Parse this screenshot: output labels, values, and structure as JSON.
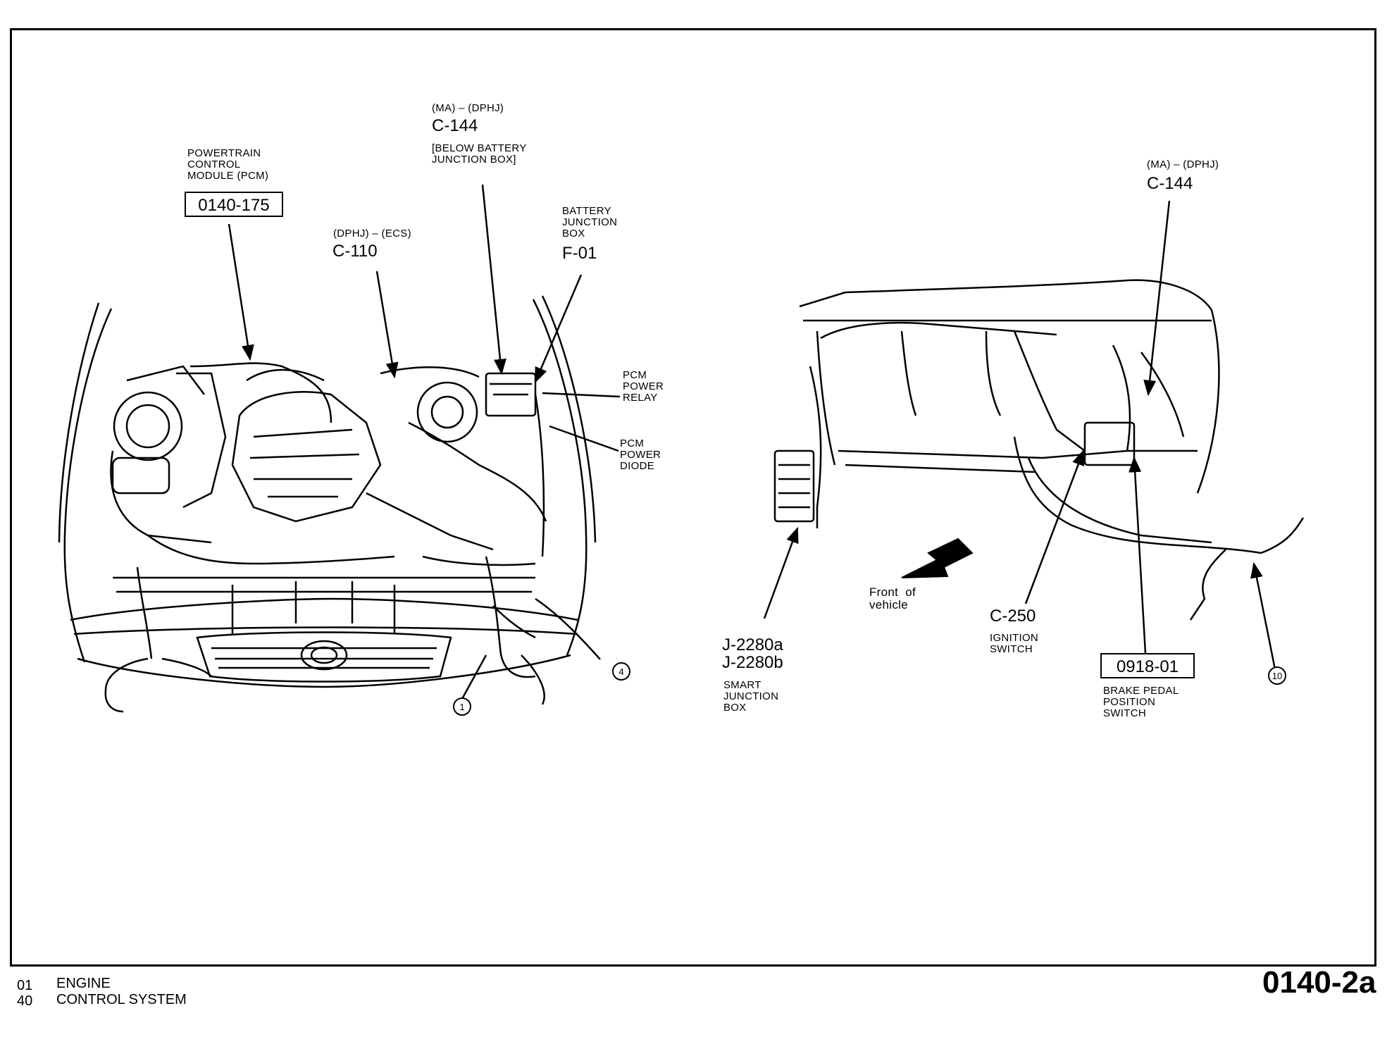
{
  "labels": {
    "pcm_title": "POWERTRAIN\nCONTROL\nMODULE (PCM)",
    "pcm_ref": "0140-175",
    "c110_variant": "(DPHJ) – (ECS)",
    "c110_id": "C-110",
    "c144_variant": "(MA) – (DPHJ)",
    "c144_id": "C-144",
    "c144_note": "[BELOW BATTERY\nJUNCTION BOX]",
    "bjb_title": "BATTERY\nJUNCTION\nBOX",
    "bjb_id": "F-01",
    "pcm_relay": "PCM\nPOWER\nRELAY",
    "pcm_diode": "PCM\nPOWER\nDIODE",
    "c144b_variant": "(MA) – (DPHJ)",
    "c144b_id": "C-144",
    "sjb_ids": "J-2280a\nJ-2280b",
    "sjb_title": "SMART\nJUNCTION\nBOX",
    "front_vehicle": "Front  of\nvehicle",
    "c250_id": "C-250",
    "c250_title": "IGNITION\nSWITCH",
    "bpp_ref": "0918-01",
    "bpp_title": "BRAKE PEDAL\nPOSITION\nSWITCH"
  },
  "callouts": {
    "c1": "1",
    "c4": "4",
    "c10": "10"
  },
  "footer": {
    "line1_num": "01",
    "line1_text": "ENGINE",
    "line2_num": "40",
    "line2_text": "CONTROL SYSTEM",
    "page_id": "0140-2a"
  }
}
